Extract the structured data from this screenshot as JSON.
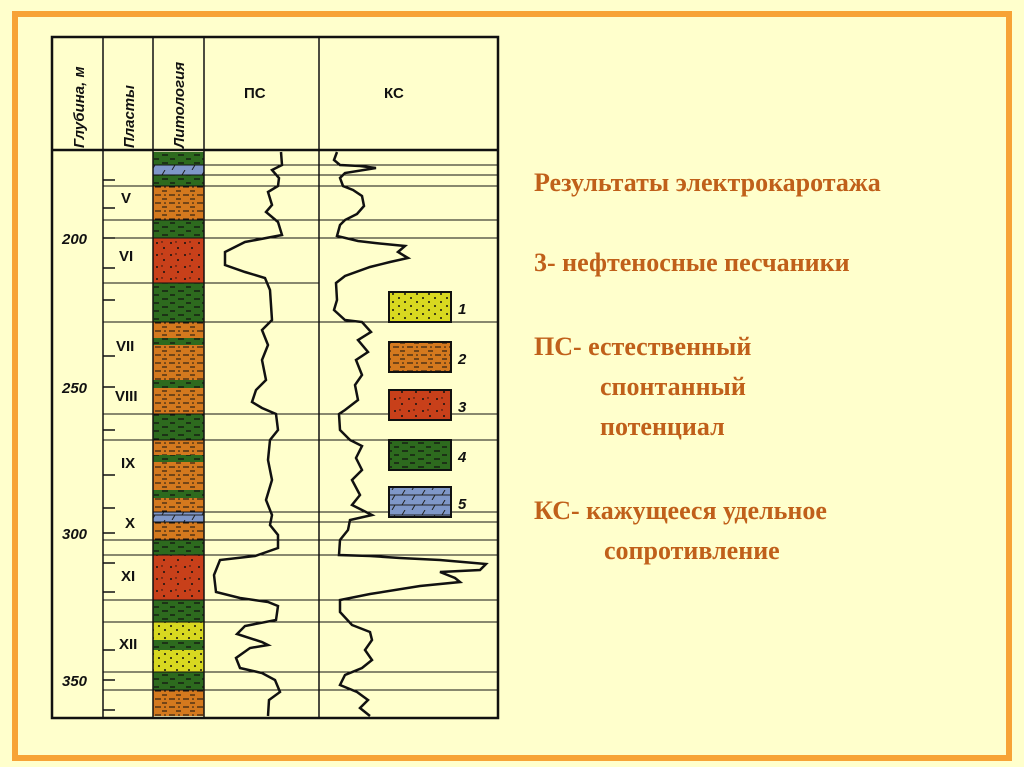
{
  "diagram": {
    "headers": {
      "depth": "Глубина, м",
      "layers": "Пласты",
      "lithology": "Литология",
      "sp": "ПС",
      "resistivity": "КС"
    },
    "depth_labels": [
      "200",
      "250",
      "300",
      "350"
    ],
    "layer_labels": [
      "V",
      "VI",
      "VII",
      "VIII",
      "IX",
      "X",
      "XI",
      "XII"
    ],
    "legend": [
      "1",
      "2",
      "3",
      "4",
      "5"
    ]
  },
  "text": {
    "title": "Результаты электрокаротажа",
    "line1": "3- нефтеносные песчаники",
    "line2a": "ПС- естественный",
    "line2b": "спонтанный",
    "line2c": "потенциал",
    "line3a": "КС- кажущееся удельное",
    "line3b": "сопротивление"
  },
  "colors": {
    "background": "#ffffcc",
    "border": "#f7a336",
    "text": "#c0601a"
  }
}
